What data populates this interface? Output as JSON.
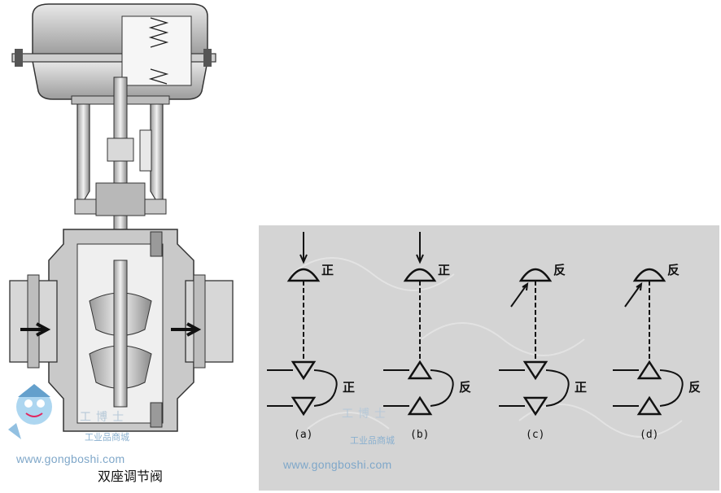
{
  "left_figure": {
    "caption": "双座调节阀"
  },
  "right_figure": {
    "symbols": [
      {
        "actuator_label": "正",
        "body_label": "正",
        "sub_label": "(a)"
      },
      {
        "actuator_label": "正",
        "body_label": "反",
        "sub_label": "(b)"
      },
      {
        "actuator_label": "反",
        "body_label": "正",
        "sub_label": "(c)"
      },
      {
        "actuator_label": "反",
        "body_label": "反",
        "sub_label": "(d)"
      }
    ]
  },
  "watermarks": [
    {
      "url": "www.gongboshi.com",
      "cn": "工业品商城",
      "brand": "工博士"
    },
    {
      "url": "www.gongboshi.com",
      "cn": "工业品商城",
      "brand": "工博士"
    }
  ]
}
